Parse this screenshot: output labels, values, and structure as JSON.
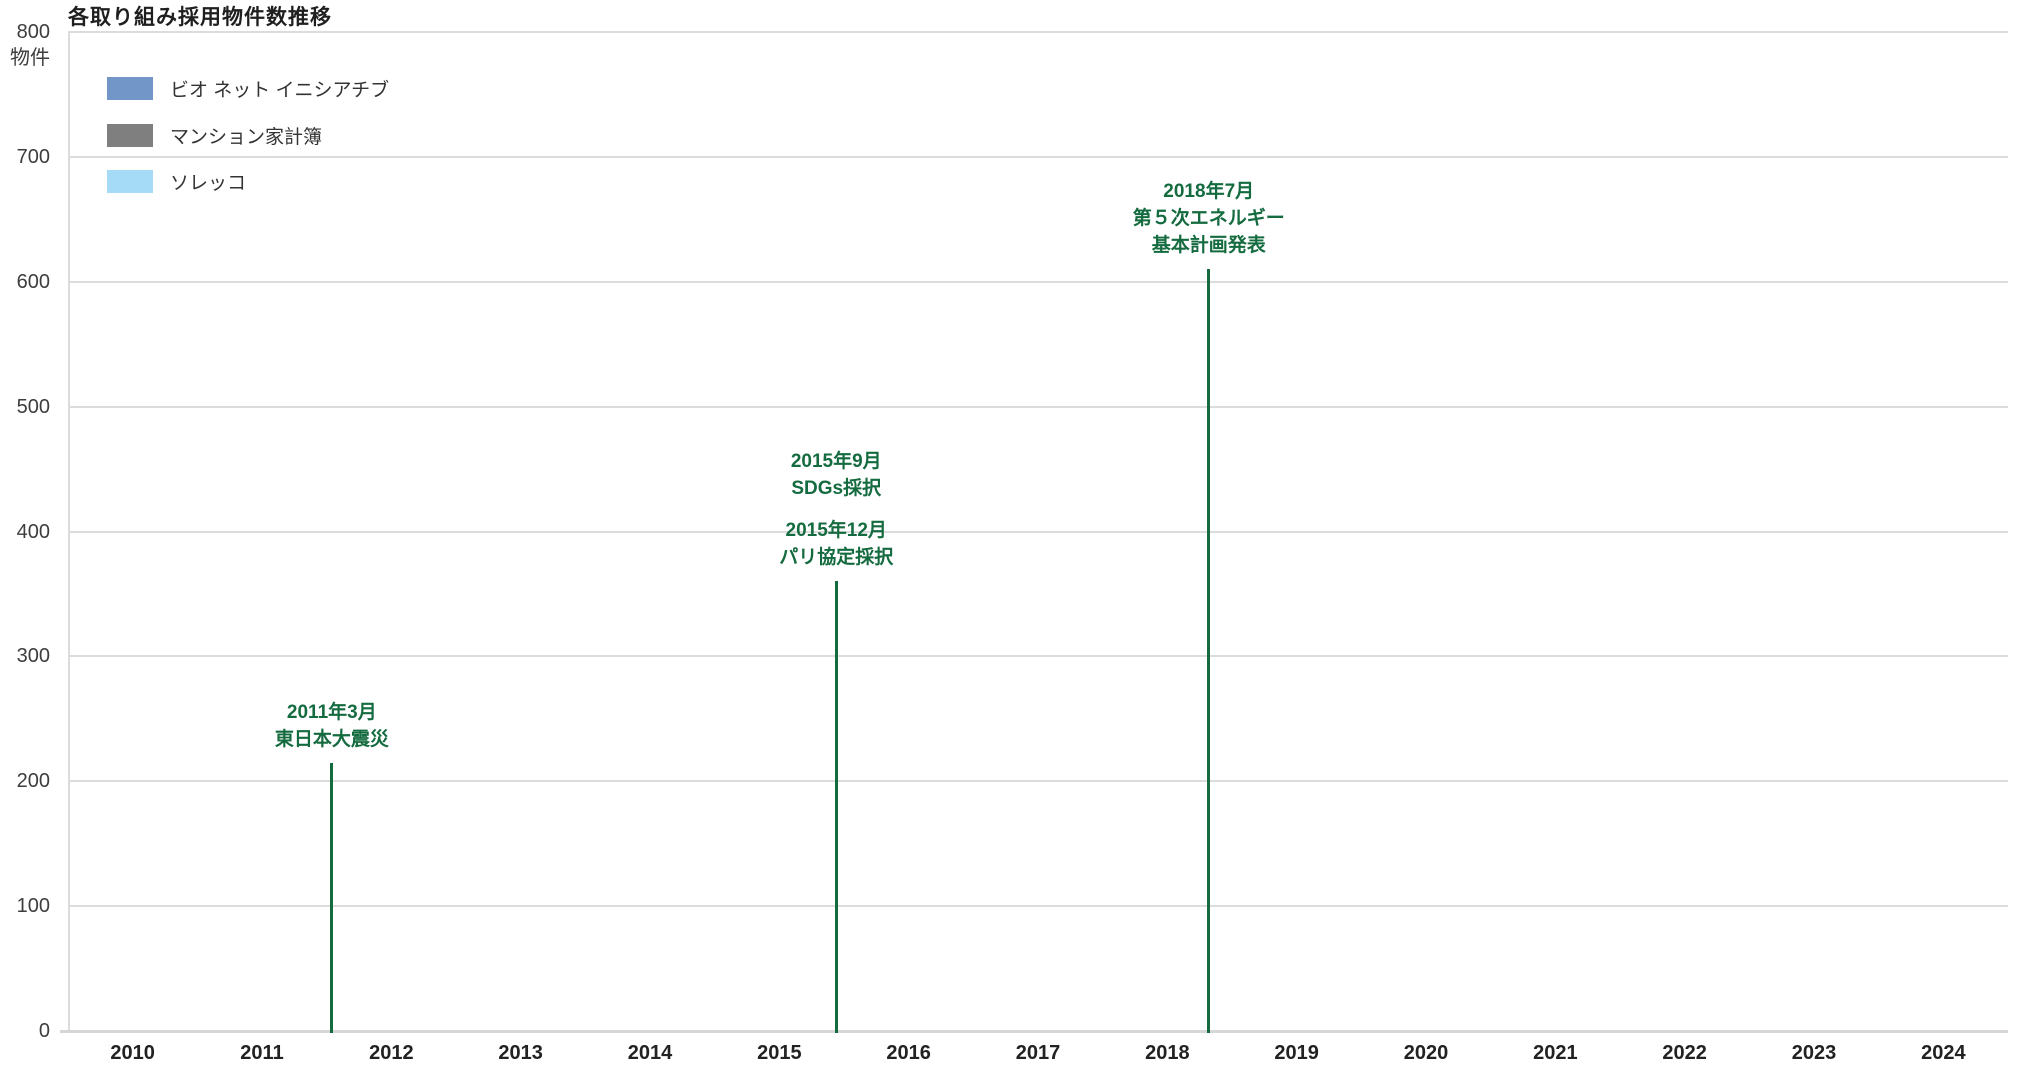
{
  "title": "各取り組み採用物件数推移",
  "legend": {
    "items": [
      {
        "label": "ビオ ネット イニシアチブ",
        "color": "#7296c7"
      },
      {
        "label": "マンション家計簿",
        "color": "#7f7f7f"
      },
      {
        "label": "ソレッコ",
        "color": "#a6dbf7"
      }
    ]
  },
  "colors": {
    "grid": "#dcdcdc",
    "axis": "#d6d6d6",
    "event_green": "#156b40",
    "tick_text": "#3d3d3d",
    "x_tick_text": "#222222"
  },
  "chart_data": {
    "type": "bar",
    "title": "各取り組み採用物件数推移",
    "y_unit": "物件",
    "ylabel": "",
    "xlabel": "",
    "ylim": [
      0,
      800
    ],
    "y_ticks": [
      0,
      100,
      200,
      300,
      400,
      500,
      600,
      700,
      800
    ],
    "x_ticks": [
      2010,
      2011,
      2012,
      2013,
      2014,
      2015,
      2016,
      2017,
      2018,
      2019,
      2020,
      2021,
      2022,
      2023,
      2024
    ],
    "x_domain": [
      2009.5,
      2024.5
    ],
    "grid": "horizontal",
    "legend_position": "top-left-inside",
    "series": [
      {
        "name": "ビオ ネット イニシアチブ",
        "color": "#7296c7",
        "values": []
      },
      {
        "name": "マンション家計簿",
        "color": "#7f7f7f",
        "values": []
      },
      {
        "name": "ソレッコ",
        "color": "#a6dbf7",
        "values": []
      }
    ],
    "events": [
      {
        "x_year": 2011.54,
        "line_top_value": 215,
        "color": "#156b40",
        "groups": [
          [
            "2011年3月",
            "東日本大震災"
          ]
        ]
      },
      {
        "x_year": 2015.44,
        "line_top_value": 360,
        "color": "#156b40",
        "groups": [
          [
            "2015年9月",
            "SDGs採択"
          ],
          [
            "2015年12月",
            "パリ協定採択"
          ]
        ]
      },
      {
        "x_year": 2018.32,
        "line_top_value": 610,
        "color": "#156b40",
        "groups": [
          [
            "2018年7月",
            "第５次エネルギー",
            "基本計画発表"
          ]
        ]
      }
    ]
  }
}
